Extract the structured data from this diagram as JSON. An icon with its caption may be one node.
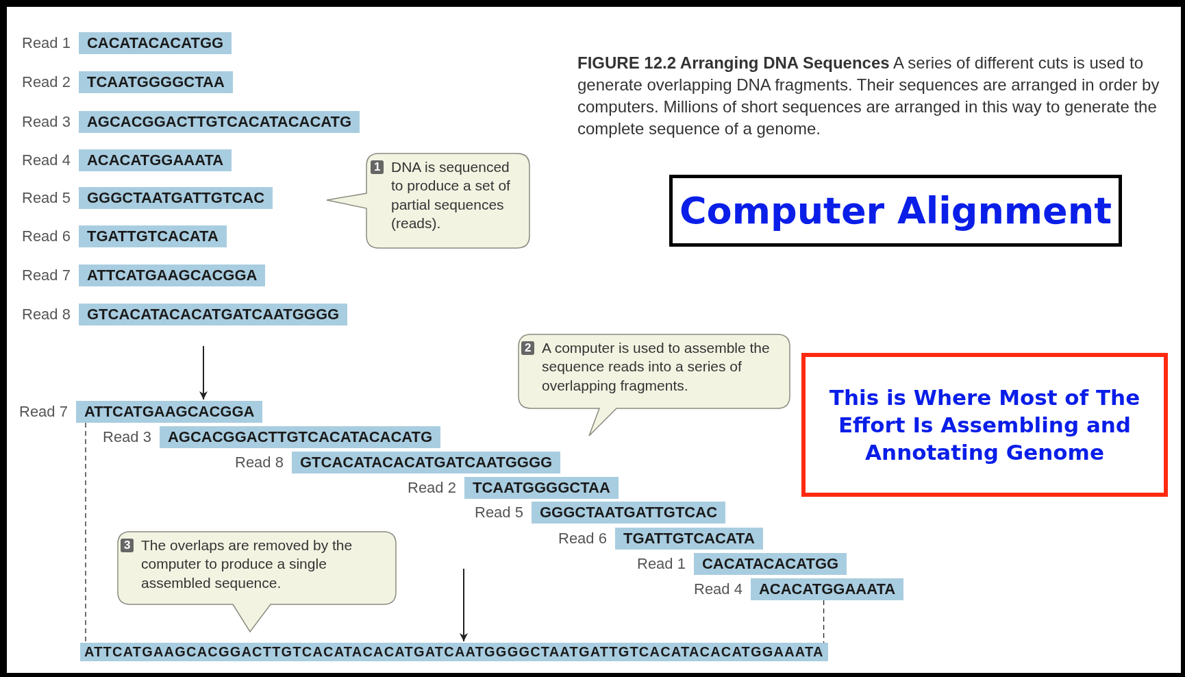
{
  "diagram": {
    "caption": "**FIGURE 12.2 Arranging DNA Sequences** A series of different cuts is used to generate overlapping DNA fragments. Their sequences are arranged in order by computers. Millions of short sequences are arranged in this way to generate the complete sequence of a genome.",
    "nodes": [
      {
        "text": [
          "CACATACACATGG"
        ],
        "beside": [
          "Read 1"
        ]
      },
      {
        "text": [
          "TCAATGGGGCTAA"
        ],
        "beside": [
          "Read 2"
        ]
      },
      {
        "text": [
          "AGCACGGACTTGTCACATACACATG"
        ],
        "beside": [
          "Read 3"
        ]
      },
      {
        "text": [
          "ACACATGGAAATA"
        ],
        "beside": [
          "Read 4"
        ]
      },
      {
        "text": [
          "GGGCTAATGATTGTCAC"
        ],
        "beside": [
          "Read 5"
        ]
      },
      {
        "text": [
          "TGATTGTCACATA"
        ],
        "beside": [
          "Read 6"
        ]
      },
      {
        "text": [
          "ATTCATGAAGCACGGA"
        ],
        "beside": [
          "Read 7"
        ]
      },
      {
        "text": [
          "GTCACATACACATGATCAATGGGG"
        ],
        "beside": [
          "Read 8"
        ]
      },
      {
        "text": [
          "1",
          "DNA is sequenced to produce a set of partial sequences (reads)."
        ]
      },
      {
        "text": [
          "Computer Alignment"
        ]
      },
      {
        "text": [
          "2",
          "A computer is used to assemble the sequence reads into a series of overlapping fragments."
        ]
      },
      {
        "text": [
          "This is Where Most of The Effort Is Assembling and Annotating Genome"
        ]
      },
      {
        "text": [
          "ATTCATGAAGCACGGA"
        ],
        "beside": [
          "Read 7"
        ]
      },
      {
        "text": [
          "AGCACGGACTTGTCACATACACATG"
        ],
        "beside": [
          "Read 3"
        ]
      },
      {
        "text": [
          "GTCACATACACATGATCAATGGGG"
        ],
        "beside": [
          "Read 8"
        ]
      },
      {
        "text": [
          "TCAATGGGGCTAA"
        ],
        "beside": [
          "Read 2"
        ]
      },
      {
        "text": [
          "GGGCTAATGATTGTCAC"
        ],
        "beside": [
          "Read 5"
        ]
      },
      {
        "text": [
          "TGATTGTCACATA"
        ],
        "beside": [
          "Read 6"
        ]
      },
      {
        "text": [
          "CACATACACATGG"
        ],
        "beside": [
          "Read 1"
        ]
      },
      {
        "text": [
          "ACACATGGAAATA"
        ],
        "beside": [
          "Read 4"
        ]
      },
      {
        "text": [
          "3",
          "The overlaps are removed by the computer to produce a single assembled sequence."
        ]
      },
      {
        "text": [
          "ATTCATGAAGCACGGACTTGTCACATACACATGATCAATGGGGCTAATGATTGTCACATACACATGGAAATA"
        ]
      }
    ],
    "edges": [
      {
        "from": 7,
        "to": 12,
        "arrow": "to"
      },
      {
        "from": null,
        "to": 21,
        "arrow": "to"
      },
      {
        "from": 12,
        "to": 21,
        "arrow": "none",
        "style": "dashed"
      },
      {
        "from": 19,
        "to": 21,
        "arrow": "none",
        "style": "dashed"
      }
    ]
  }
}
